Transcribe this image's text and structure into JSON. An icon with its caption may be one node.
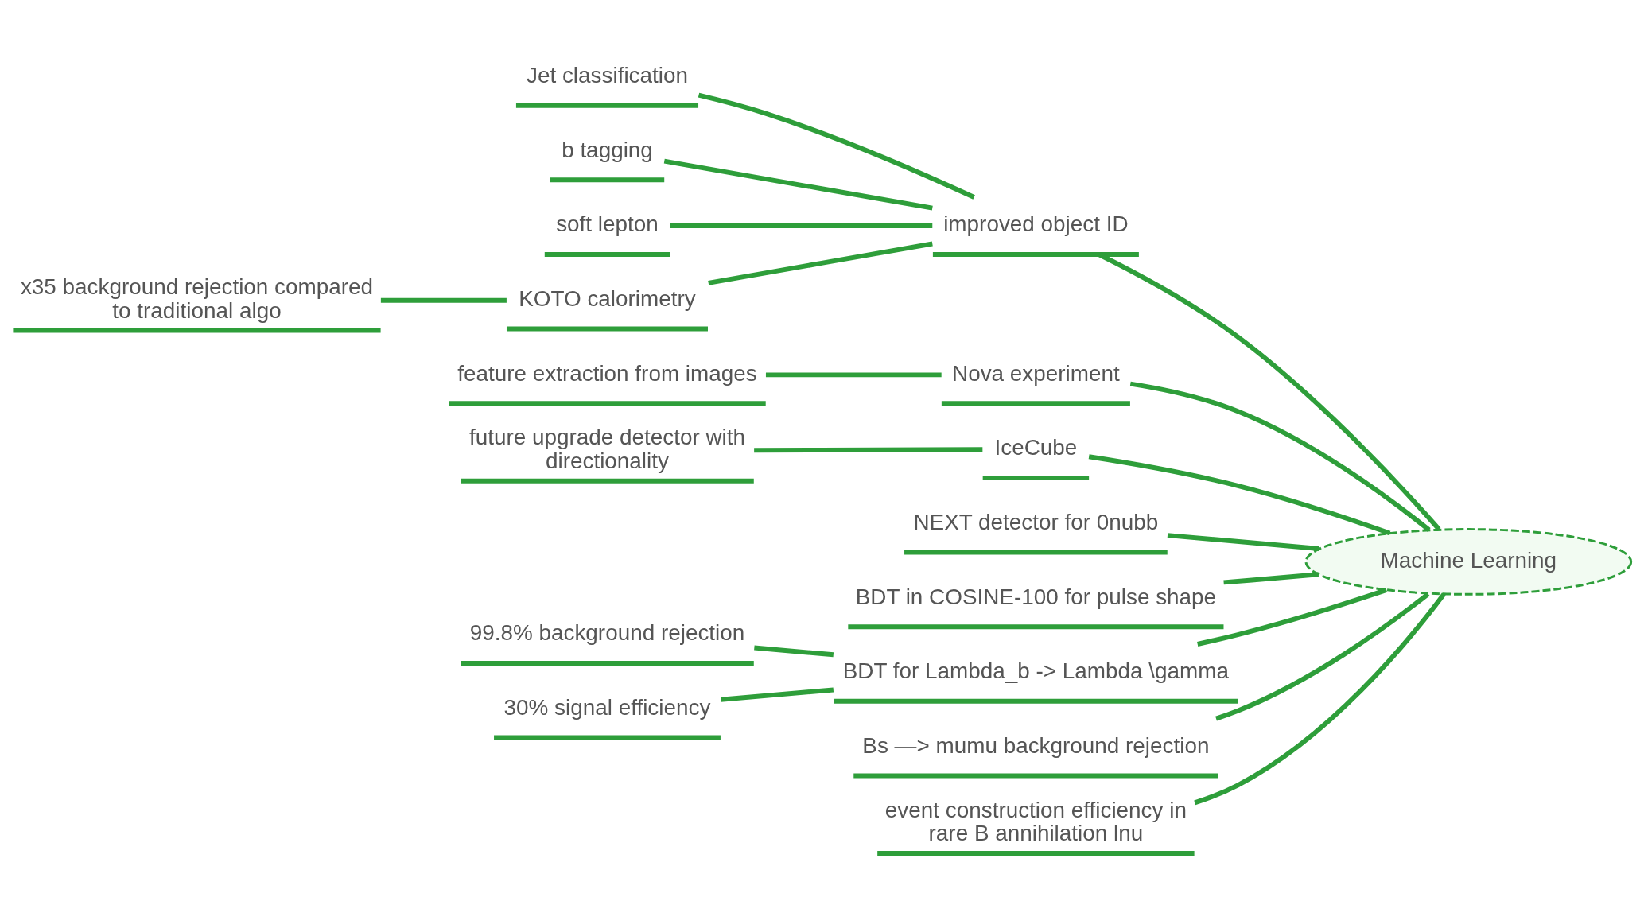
{
  "diagram": {
    "nodes": [
      {
        "text": [
          "Jet classification"
        ]
      },
      {
        "text": [
          "b tagging"
        ]
      },
      {
        "text": [
          "soft lepton"
        ]
      },
      {
        "text": [
          "improved object ID"
        ]
      },
      {
        "text": [
          "x35 background rejection compared to traditional algo"
        ]
      },
      {
        "text": [
          "KOTO calorimetry"
        ]
      },
      {
        "text": [
          "Nova experiment"
        ]
      },
      {
        "text": [
          "feature extraction from images"
        ]
      },
      {
        "text": [
          "Machine Learning"
        ]
      },
      {
        "text": [
          "IceCube"
        ]
      },
      {
        "text": [
          "future upgrade detector with directionality"
        ]
      },
      {
        "text": [
          "NEXT detector for 0nubb"
        ]
      },
      {
        "text": [
          "BDT in COSINE-100 for pulse shape"
        ]
      },
      {
        "text": [
          "99.8% background rejection"
        ]
      },
      {
        "text": [
          "BDT for Lambda_b -> Lambda \\gamma"
        ]
      },
      {
        "text": [
          "30% signal efficiency"
        ]
      },
      {
        "text": [
          "Bs —> mumu background rejection"
        ]
      },
      {
        "text": [
          "event construction efficiency in rare B annihilation lnu"
        ]
      }
    ],
    "edges": [
      {
        "from": 8,
        "to": 3,
        "arrow": "none"
      },
      {
        "from": 3,
        "to": 0,
        "arrow": "none"
      },
      {
        "from": 3,
        "to": 1,
        "arrow": "none"
      },
      {
        "from": 3,
        "to": 2,
        "arrow": "none"
      },
      {
        "from": 3,
        "to": 5,
        "arrow": "none"
      },
      {
        "from": 5,
        "to": 4,
        "arrow": "none"
      },
      {
        "from": 8,
        "to": 6,
        "arrow": "none"
      },
      {
        "from": 6,
        "to": 7,
        "arrow": "none"
      },
      {
        "from": 8,
        "to": 9,
        "arrow": "none"
      },
      {
        "from": 9,
        "to": 10,
        "arrow": "none"
      },
      {
        "from": 8,
        "to": 11,
        "arrow": "none"
      },
      {
        "from": 8,
        "to": 12,
        "arrow": "none"
      },
      {
        "from": 8,
        "to": 14,
        "arrow": "none"
      },
      {
        "from": 14,
        "to": 13,
        "arrow": "none"
      },
      {
        "from": 14,
        "to": 15,
        "arrow": "none"
      },
      {
        "from": 8,
        "to": 16,
        "arrow": "none"
      },
      {
        "from": 8,
        "to": 17,
        "arrow": "none"
      }
    ]
  }
}
